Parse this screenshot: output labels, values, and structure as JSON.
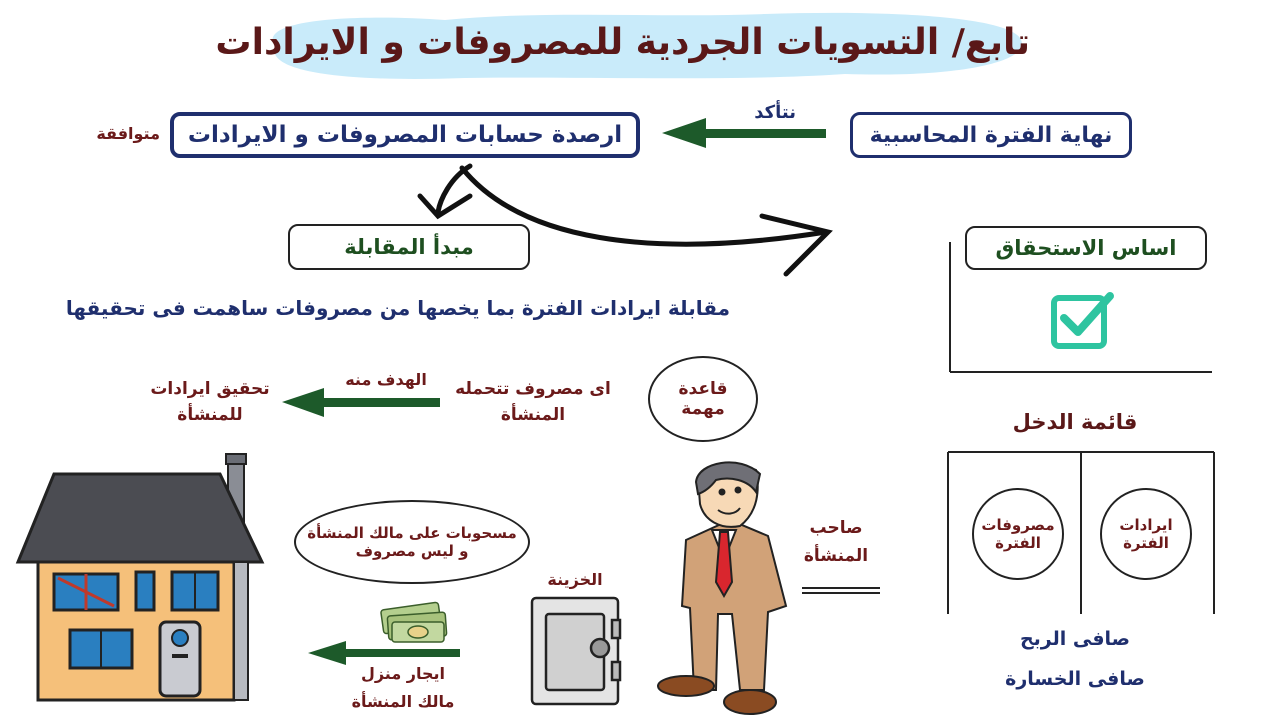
{
  "title": "تابع/ التسويات الجردية للمصروفات و الايرادات",
  "end_of_period": "نهاية الفترة المحاسبية",
  "verify": "نتأكد",
  "balances": "ارصدة حسابات المصروفات و الايرادات",
  "agree": "متوافقة",
  "matching_principle": "مبدأ المقابلة",
  "accrual_basis": "اساس الاستحقاق",
  "matching_desc": "مقابلة ايرادات الفترة بما يخصها من مصروفات ساهمت فى تحقيقها",
  "rule": {
    "line1": "قاعدة",
    "line2": "مهمة"
  },
  "expense": {
    "line1": "اى مصروف تتحمله",
    "line2": "المنشأة"
  },
  "goal": "الهدف منه",
  "realize": {
    "line1": "تحقيق ايرادات",
    "line2": "للمنشأة"
  },
  "income_statement": "قائمة الدخل",
  "revenues": {
    "line1": "ايرادات",
    "line2": "الفترة"
  },
  "expenses": {
    "line1": "مصروفات",
    "line2": "الفترة"
  },
  "owner": {
    "line1": "صاحب",
    "line2": "المنشأة"
  },
  "withdrawals": {
    "line1": "مسحوبات على مالك المنشأة",
    "line2": "و ليس مصروف"
  },
  "safe": "الخزينة",
  "rent": {
    "line1": "ايجار منزل",
    "line2": "مالك المنشأة"
  },
  "net_profit": "صافى الربح",
  "net_loss": "صافى الخسارة",
  "colors": {
    "navy": "#1f2f6e",
    "maroon": "#6b1a1a",
    "green": "#1e4f20",
    "arrow_green": "#1d5a2a",
    "check": "#2ec4a0"
  },
  "icons": [
    "check-icon",
    "house-icon",
    "businessman-icon",
    "safe-icon",
    "money-icon"
  ]
}
